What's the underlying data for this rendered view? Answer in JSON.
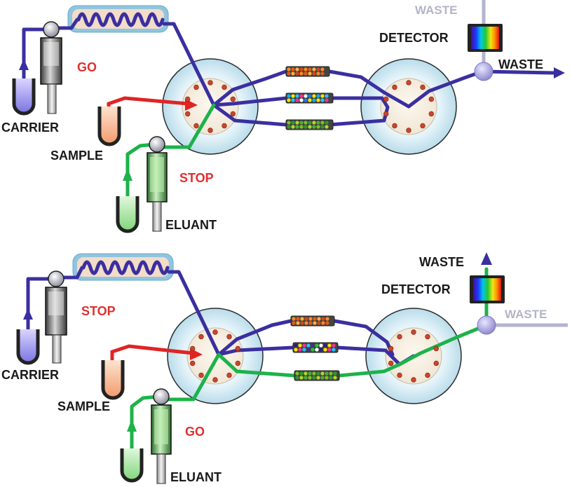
{
  "colors": {
    "carrier_line": "#3a2fa0",
    "eluant_line": "#1cb34a",
    "sample_line": "#e02424",
    "waste_grey": "#b4b4d0",
    "label_dark": "#1a1a1a",
    "label_red": "#e03030",
    "valve_fill": "#d9eef7",
    "coil_box": "#8fc5df"
  },
  "top": {
    "labels": {
      "carrier": "CARRIER",
      "sample": "SAMPLE",
      "eluant": "ELUANT",
      "carrier_pump_state": "GO",
      "eluant_pump_state": "STOP",
      "detector": "DETECTOR",
      "waste_top": "WASTE",
      "waste_right": "WASTE"
    }
  },
  "bottom": {
    "labels": {
      "carrier": "CARRIER",
      "sample": "SAMPLE",
      "eluant": "ELUANT",
      "carrier_pump_state": "STOP",
      "eluant_pump_state": "GO",
      "detector": "DETECTOR",
      "waste_top": "WASTE",
      "waste_right": "WASTE"
    }
  }
}
